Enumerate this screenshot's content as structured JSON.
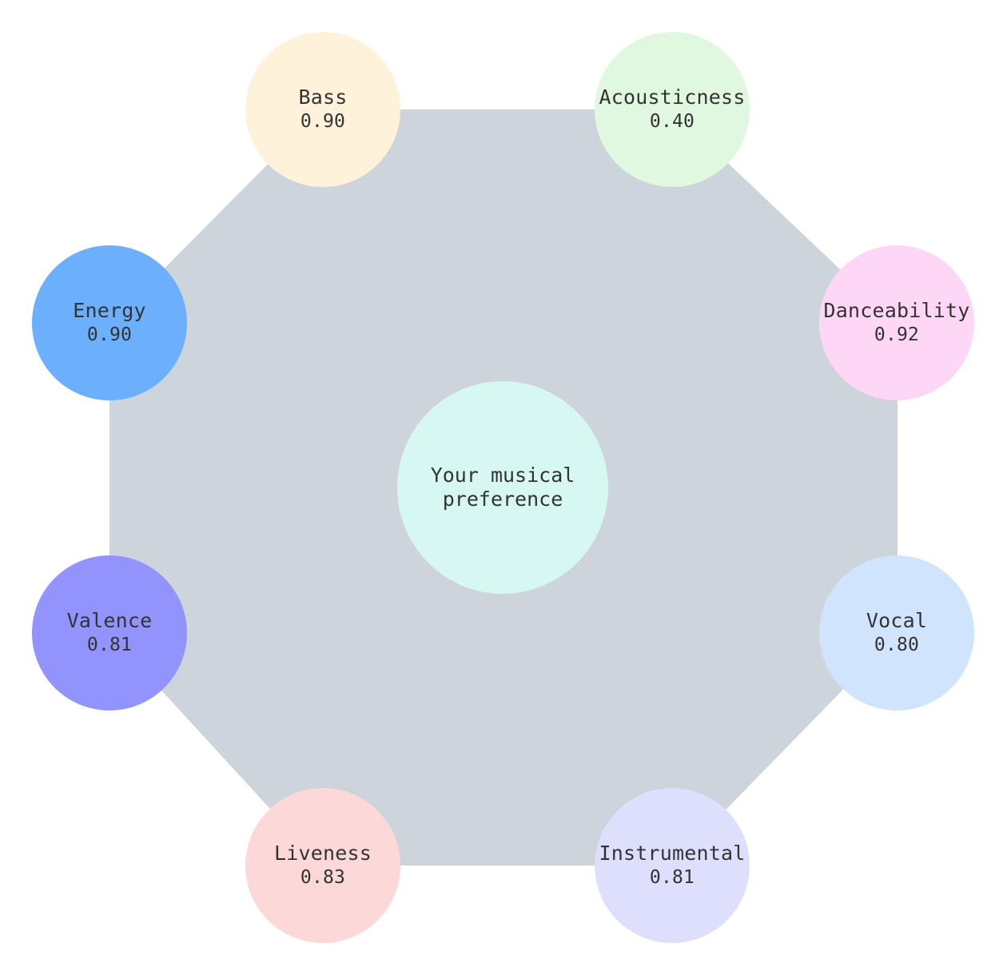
{
  "diagram": {
    "octagon_color": "#cdd4db",
    "center": {
      "label": "Your musical preference",
      "color": "#d6f7f2"
    },
    "features": [
      {
        "id": "bass",
        "label": "Bass",
        "value": "0.90",
        "color": "#fff2da"
      },
      {
        "id": "acousticness",
        "label": "Acousticness",
        "value": "0.40",
        "color": "#e0f8e0"
      },
      {
        "id": "danceability",
        "label": "Danceability",
        "value": "0.92",
        "color": "#fdd7f5"
      },
      {
        "id": "vocal",
        "label": "Vocal",
        "value": "0.80",
        "color": "#d0e4fd"
      },
      {
        "id": "instrumental",
        "label": "Instrumental",
        "value": "0.81",
        "color": "#dedffd"
      },
      {
        "id": "liveness",
        "label": "Liveness",
        "value": "0.83",
        "color": "#fdd8d8"
      },
      {
        "id": "valence",
        "label": "Valence",
        "value": "0.81",
        "color": "#9393fd"
      },
      {
        "id": "energy",
        "label": "Energy",
        "value": "0.90",
        "color": "#6cb0fd"
      }
    ]
  }
}
